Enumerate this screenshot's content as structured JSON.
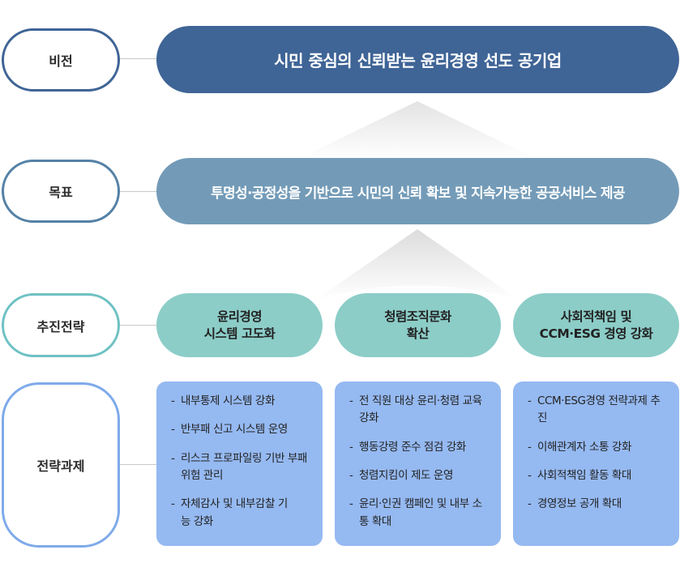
{
  "labels": {
    "vision": "비전",
    "goal": "목표",
    "strategy": "추진전략",
    "tasks": "전략과제"
  },
  "vision_text": "시민 중심의 신뢰받는 윤리경영 선도 공기업",
  "goal_text": "투명성·공정성을 기반으로 시민의 신뢰 확보 및 지속가능한 공공서비스 제공",
  "strategies": [
    {
      "line1": "윤리경영",
      "line2": "시스템 고도화"
    },
    {
      "line1": "청렴조직문화",
      "line2": "확산"
    },
    {
      "line1": "사회적책임 및",
      "line2": "CCM·ESG 경영 강화"
    }
  ],
  "tasks": [
    {
      "items": [
        "내부통제 시스템 강화",
        "반부패 신고 시스템 운영",
        "리스크 프로파일링 기반 부패위험 관리",
        "자체감사 및 내부감찰 기능 강화"
      ]
    },
    {
      "items": [
        "전 직원 대상 윤리·청렴 교육 강화",
        "행동강령 준수 점검 강화",
        "청렴지킴이 제도 운영",
        "윤리·인권 캠페인 및 내부 소통 확대"
      ]
    },
    {
      "items": [
        "CCM·ESG경영 전략과제 추진",
        "이해관계자 소통 강화",
        "사회적책임 활동 확대",
        "경영정보 공개 확대"
      ]
    }
  ],
  "colors": {
    "vision_label_border": "#3f6496",
    "goal_label_border": "#5481a6",
    "strategy_label_border": "#6ec1c3",
    "tasks_label_border": "#7eaaea",
    "vision_bar": "#3f6496",
    "goal_bar": "#739bb8",
    "strategy_box": "#8ccdc8",
    "task_box": "#95b9f1"
  }
}
